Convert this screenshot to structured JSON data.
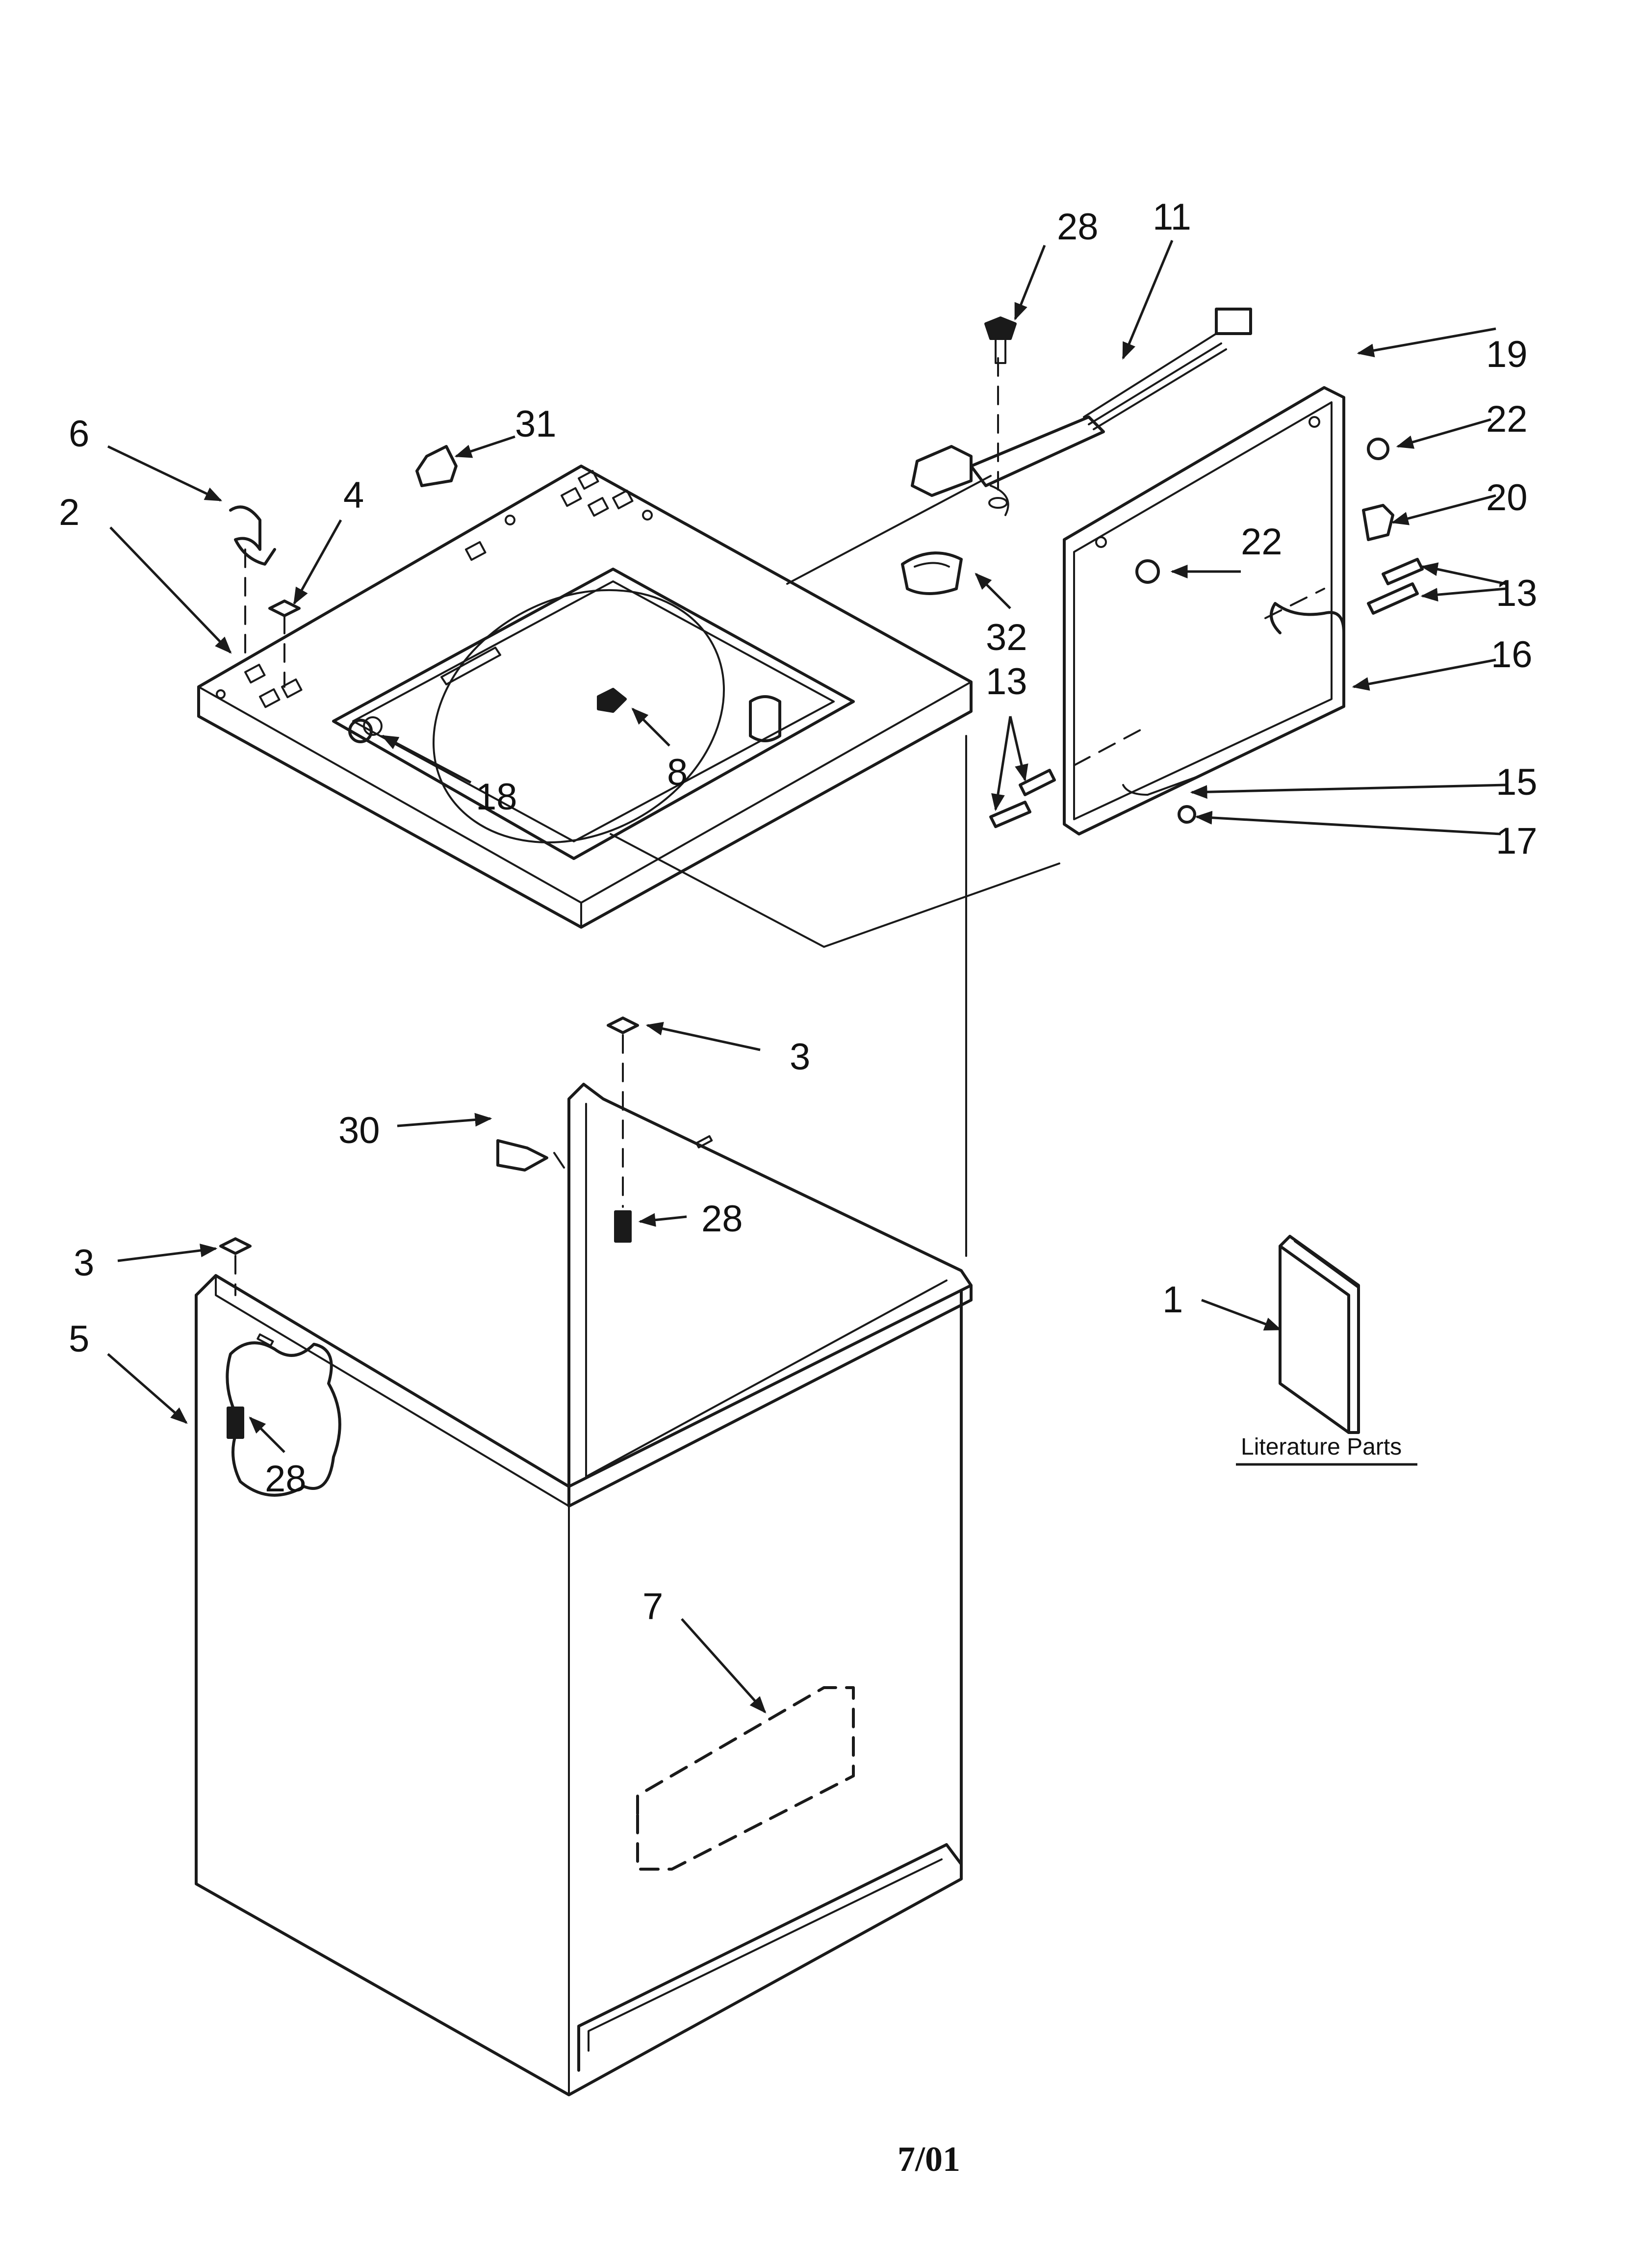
{
  "diagram": {
    "callouts": [
      "28",
      "11",
      "19",
      "22",
      "20",
      "13",
      "16",
      "15",
      "17",
      "6",
      "31",
      "4",
      "2",
      "22",
      "32",
      "13",
      "8",
      "18",
      "3",
      "30",
      "28",
      "3",
      "5",
      "28",
      "1",
      "7"
    ],
    "literature_label": "Literature Parts",
    "date_code": "7/01"
  }
}
